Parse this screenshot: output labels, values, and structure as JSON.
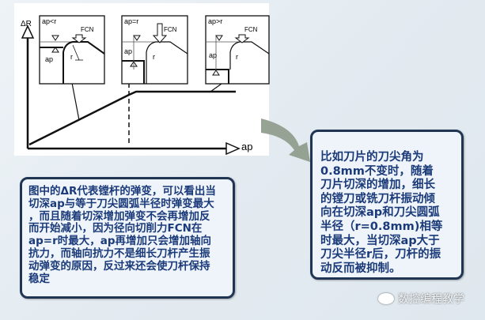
{
  "diagram": {
    "y_axis_label": "ΔR",
    "x_axis_label": "ap",
    "insets": [
      {
        "condition": "ap<r",
        "force": "FCN",
        "depth": "ap",
        "radius": "r"
      },
      {
        "condition": "ap=r",
        "force": "FCN",
        "depth": "ap",
        "radius": "r"
      },
      {
        "condition": "ap>r",
        "force": "FCN",
        "depth": "ap",
        "radius": "r"
      }
    ]
  },
  "left_note": {
    "lines": [
      "图中的ΔR代表镗杆的弹变，可以看出当",
      "切深ap与等于刀尖圆弧半径时弹变最大",
      "，而且随着切深增加弹变不会再增加反",
      "而开始减小，因为径向切削力FCN在",
      "ap=r时最大，ap再增加只会增加轴向",
      "抗力，而轴向抗力不是细长刀杆产生振",
      "动弹变的原因，反过来还会使刀杆保持",
      "稳定"
    ]
  },
  "right_note": {
    "lines": [
      "比如刀片的刀尖角为",
      "0.8mm不变时，随着",
      "刀片切深的增加，细长",
      "的镗刀或铣刀杆振动倾",
      "向在切深ap和刀尖圆弧",
      "半径（r=0.8mm)相等",
      "时最大，当切深ap大于",
      "刀尖半径r后，刀杆的振",
      "动反而被抑制。"
    ]
  },
  "watermark": "数控编程教学",
  "colors": {
    "text": "#1b3a7a",
    "border": "#1f3553",
    "arrow": "#8c9a8a"
  }
}
